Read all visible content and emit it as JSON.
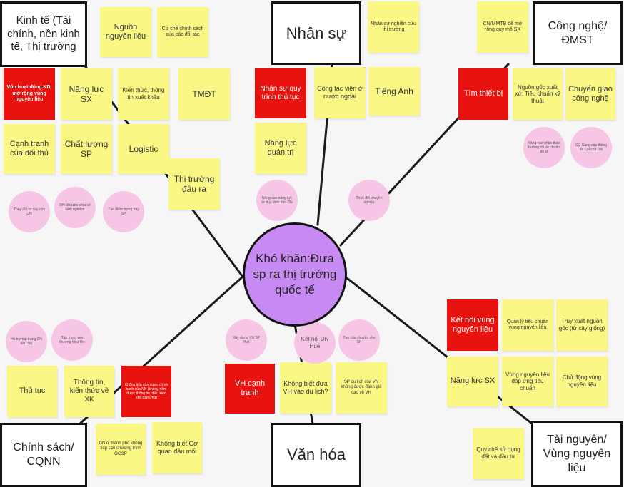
{
  "center": {
    "title": "Khó khăn:Đưa sp ra thị trường quốc tế"
  },
  "categories": {
    "econ": "Kinh tế (Tài chính, nền kinh tế, Thị trường",
    "hr": "Nhân sự",
    "tech": "Công nghệ/ ĐMST",
    "policy": "Chính sách/ CQNN",
    "culture": "Văn hóa",
    "resources": "Tài nguyên/ Vùng nguyên liệu"
  },
  "notes": {
    "n1": "Nguồn nguyên liệu",
    "n2": "Cơ chế chính sách của các đối tác",
    "n3": "Vốn hoạt động KD, mở rộng vùng nguyên liệu",
    "n4": "Năng lực SX",
    "n5": "Kiến thức, thông tin xuất khẩu",
    "n6": "TMĐT",
    "n7": "Cạnh tranh của đối thủ",
    "n8": "Chất lượng SP",
    "n9": "Logistic",
    "n10": "Thị trường đầu ra",
    "n11": "Nhân sự nghiên cứu thị trường",
    "n12": "Nhân sự quy trình thủ tục",
    "n13": "Cộng tác viên ở nước ngoài",
    "n14": "Tiếng Anh",
    "n15": "Năng lực quản trị",
    "n16": "CN/MMTB để mở rộng quy mô SX",
    "n17": "Tìm thiết bị",
    "n18": "Nguồn gốc xuất xứ; Tiêu chuẩn kỹ thuật",
    "n19": "Chuyển giao công nghệ",
    "n20": "Thủ tục",
    "n21": "Thông tin, kiến thức về XK",
    "n22": "Không tiếp cận được chính sách của NN (không nắm được thông tin, điều kiện khó đáp ứng)",
    "n23": "DN ở thành phố không tiếp cận chương trình OCOP",
    "n24": "Không biết Cơ quan đầu mối",
    "n25": "VH cạnh tranh",
    "n26": "Không biết đưa VH vào du lịch?",
    "n27": "SP du lịch của VN không được đánh giá cao về VH",
    "n28": "Kết nối vùng nguyên liệu",
    "n29": "Quản lý tiêu chuẩn vùng nguyên liệu",
    "n30": "Truy xuất nguồn gốc (từ cây giống)",
    "n31": "Năng lực SX",
    "n32": "Vùng nguyên liệu đáp ứng tiêu chuẩn",
    "n33": "Chủ động vùng nguyên liệu",
    "n34": "Quy chế sử dụng đất và đầu tư"
  },
  "circles": {
    "c1": "Thay đổi tư duy của DN",
    "c2": "DN đi trước chia sẻ kinh nghiệm",
    "c3": "Tạo điểm trưng bày SP",
    "c4": "Nâng cao năng lực tư duy lãnh đạo DN",
    "c5": "Thuê đội chuyên nghiệp",
    "c6": "Nâng cao nhận thức hướng tới về chuẩn đó kĩ",
    "c7": "CQ Cung cấp thông tin CN cho DN",
    "c8": "Hỗ trợ tập trung DN đầu tàu",
    "c9": "Tập trung vào thương hiệu lớn",
    "c10": "Xây dựng VH SP Huế",
    "c11": "Kết nối DN Huế",
    "c12": "Tạo câu chuyện cho SP"
  },
  "colors": {
    "sticky_yellow": "#fbf785",
    "sticky_red": "#e8130f",
    "circle_pink": "#f7c6e6",
    "center_purple": "#c68af2"
  }
}
